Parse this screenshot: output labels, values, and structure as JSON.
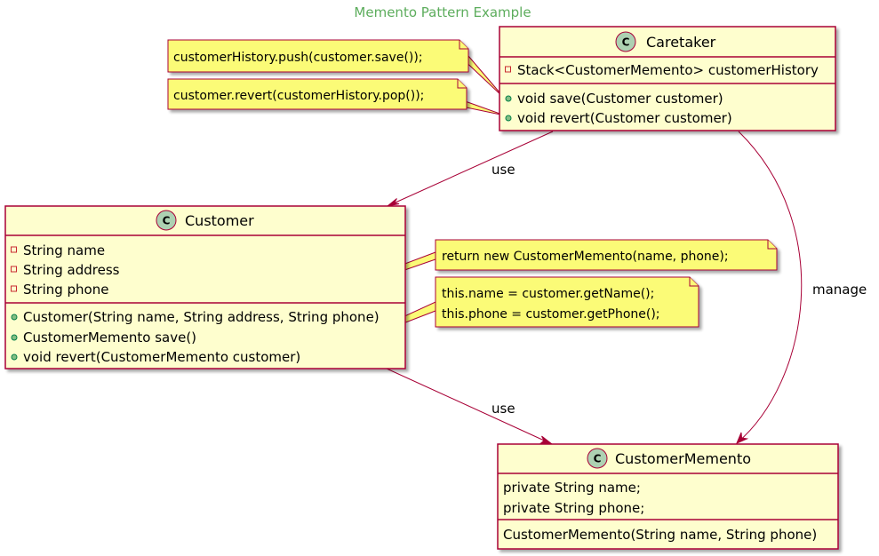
{
  "title": "Memento Pattern Example",
  "colors": {
    "class_fill": "#fefece",
    "class_border": "#a80036",
    "note_fill": "#fbfb77",
    "note_border": "#a80036",
    "title": "#5dad5d",
    "class_icon_fill": "#add1b2",
    "visibility_private": "#c82930",
    "visibility_public": "#84be84"
  },
  "classes": {
    "caretaker": {
      "name": "Caretaker",
      "icon": "class-c-icon",
      "fields": [
        {
          "visibility": "private",
          "text": "Stack<CustomerMemento> customerHistory"
        }
      ],
      "methods": [
        {
          "visibility": "public",
          "text": "void save(Customer customer)"
        },
        {
          "visibility": "public",
          "text": "void revert(Customer customer)"
        }
      ]
    },
    "customer": {
      "name": "Customer",
      "icon": "class-c-icon",
      "fields": [
        {
          "visibility": "private",
          "text": "String name"
        },
        {
          "visibility": "private",
          "text": "String address"
        },
        {
          "visibility": "private",
          "text": "String phone"
        }
      ],
      "methods": [
        {
          "visibility": "public",
          "text": "Customer(String name, String address, String phone)"
        },
        {
          "visibility": "public",
          "text": "CustomerMemento save()"
        },
        {
          "visibility": "public",
          "text": "void revert(CustomerMemento customer)"
        }
      ]
    },
    "memento": {
      "name": "CustomerMemento",
      "icon": "class-c-icon",
      "fields": [
        {
          "text": "private String name;"
        },
        {
          "text": "private String phone;"
        }
      ],
      "methods": [
        {
          "text": "CustomerMemento(String name, String phone)"
        }
      ]
    }
  },
  "notes": {
    "caretaker_save": [
      "customerHistory.push(customer.save());"
    ],
    "caretaker_revert": [
      "customer.revert(customerHistory.pop());"
    ],
    "customer_save": [
      "return new CustomerMemento(name, phone);"
    ],
    "customer_revert": [
      "this.name = customer.getName();",
      "this.phone = customer.getPhone();"
    ]
  },
  "relations": {
    "caretaker_customer": "use",
    "customer_memento": "use",
    "caretaker_memento": "manage"
  }
}
